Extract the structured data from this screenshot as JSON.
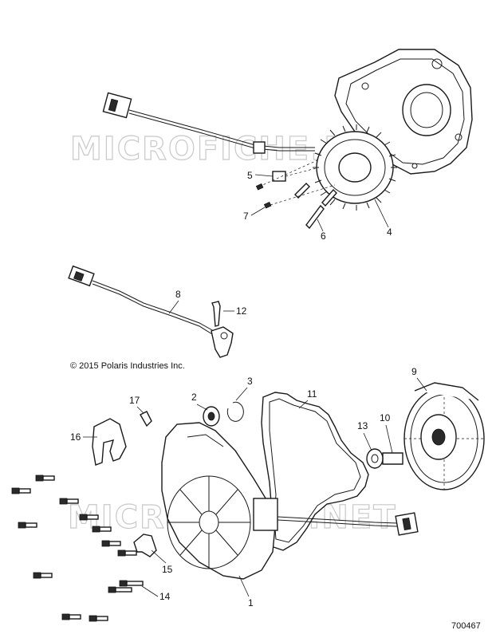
{
  "watermark": "MICROFICHE.NET",
  "copyright": "© 2015 Polaris Industries Inc.",
  "illustration_number": "700467",
  "callouts": [
    "1",
    "2",
    "3",
    "4",
    "5",
    "6",
    "7",
    "8",
    "9",
    "10",
    "11",
    "12",
    "13",
    "14",
    "15",
    "16",
    "17"
  ]
}
